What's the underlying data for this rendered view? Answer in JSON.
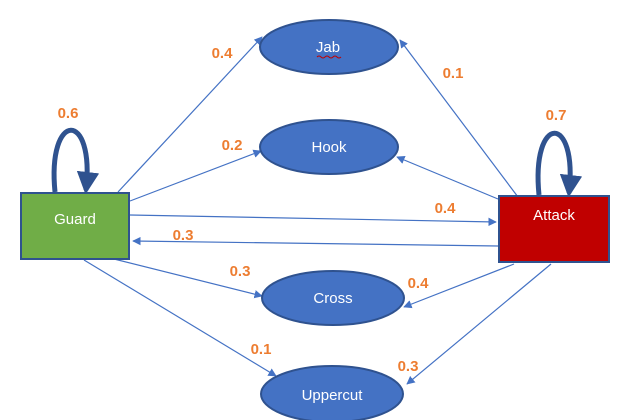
{
  "colors": {
    "ellipse_fill": "#4472C4",
    "ellipse_stroke": "#2F528F",
    "guard_fill": "#70AD47",
    "guard_stroke": "#2F528F",
    "attack_fill": "#C00000",
    "attack_stroke": "#2F528F",
    "edge": "#4472C4",
    "probability": "#ED7D31",
    "spellcheck_underline": "#C00000"
  },
  "nodes": {
    "jab": "Jab",
    "hook": "Hook",
    "guard": "Guard",
    "attack": "Attack",
    "cross": "Cross",
    "uppercut": "Uppercut"
  },
  "probabilities": {
    "guard_self": "0.6",
    "attack_self": "0.7",
    "guard_to_jab": "0.4",
    "attack_to_jab": "0.1",
    "guard_to_hook": "0.2",
    "guard_to_attack": "0.4",
    "attack_to_guard": "0.3",
    "guard_to_cross": "0.3",
    "attack_to_cross": "0.4",
    "guard_to_uppercut": "0.1",
    "attack_to_uppercut": "0.3"
  }
}
